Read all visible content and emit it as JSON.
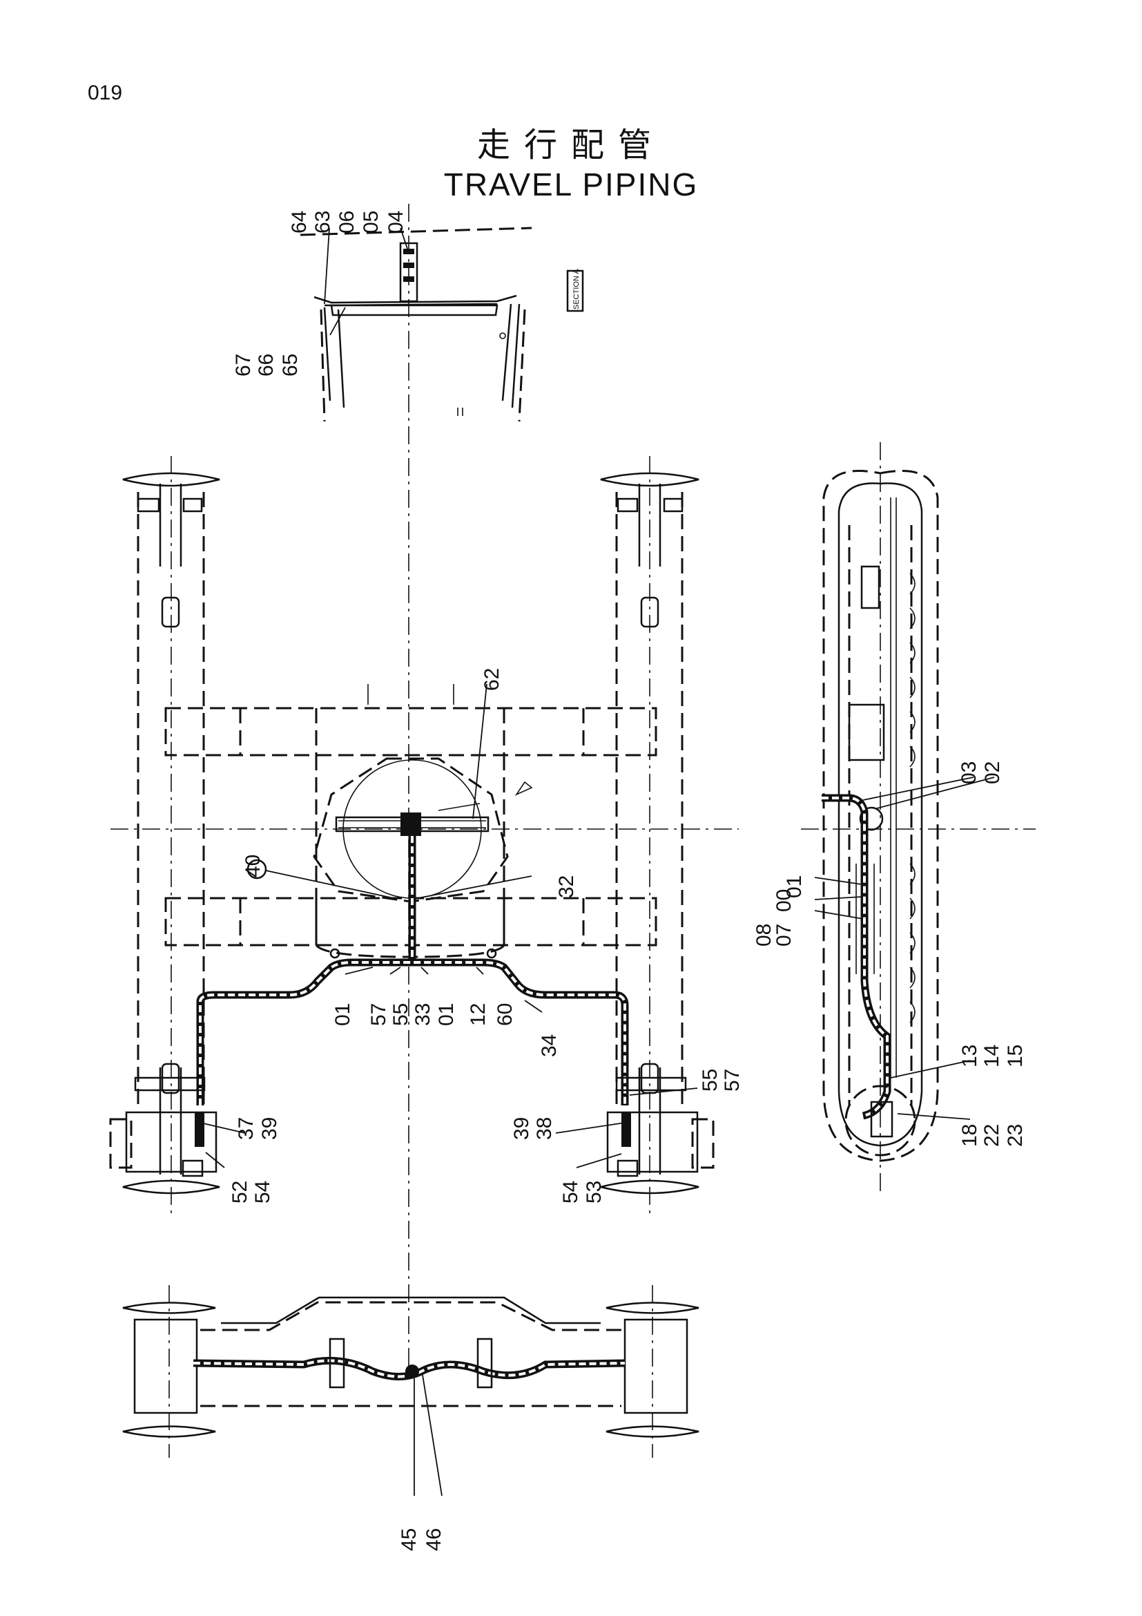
{
  "page_number": "019",
  "title_cn": "走行配管",
  "title_en": "TRAVEL PIPING",
  "section_mark": "SECTION A",
  "callouts": [
    {
      "id": "c64",
      "text": "64"
    },
    {
      "id": "c63",
      "text": "63"
    },
    {
      "id": "c06",
      "text": "06"
    },
    {
      "id": "c05",
      "text": "05"
    },
    {
      "id": "c04",
      "text": "04"
    },
    {
      "id": "c67",
      "text": "67"
    },
    {
      "id": "c66",
      "text": "66"
    },
    {
      "id": "c65",
      "text": "65"
    },
    {
      "id": "c62",
      "text": "62"
    },
    {
      "id": "c40",
      "text": "40"
    },
    {
      "id": "c32",
      "text": "32"
    },
    {
      "id": "c01a",
      "text": "01"
    },
    {
      "id": "c57a",
      "text": "57"
    },
    {
      "id": "c55a",
      "text": "55"
    },
    {
      "id": "c33",
      "text": "33"
    },
    {
      "id": "c01b",
      "text": "01"
    },
    {
      "id": "c12",
      "text": "12"
    },
    {
      "id": "c60",
      "text": "60"
    },
    {
      "id": "c34",
      "text": "34"
    },
    {
      "id": "c55b",
      "text": "55"
    },
    {
      "id": "c57b",
      "text": "57"
    },
    {
      "id": "c37",
      "text": "37"
    },
    {
      "id": "c39a",
      "text": "39"
    },
    {
      "id": "c39b",
      "text": "39"
    },
    {
      "id": "c38",
      "text": "38"
    },
    {
      "id": "c52",
      "text": "52"
    },
    {
      "id": "c54a",
      "text": "54"
    },
    {
      "id": "c54b",
      "text": "54"
    },
    {
      "id": "c53",
      "text": "53"
    },
    {
      "id": "c03",
      "text": "03"
    },
    {
      "id": "c02",
      "text": "02"
    },
    {
      "id": "c01c",
      "text": "01"
    },
    {
      "id": "c08",
      "text": "08"
    },
    {
      "id": "c00",
      "text": "00"
    },
    {
      "id": "c07",
      "text": "07"
    },
    {
      "id": "c13",
      "text": "13"
    },
    {
      "id": "c14",
      "text": "14"
    },
    {
      "id": "c15",
      "text": "15"
    },
    {
      "id": "c18",
      "text": "18"
    },
    {
      "id": "c22",
      "text": "22"
    },
    {
      "id": "c23",
      "text": "23"
    },
    {
      "id": "c45",
      "text": "45"
    },
    {
      "id": "c46",
      "text": "46"
    }
  ]
}
